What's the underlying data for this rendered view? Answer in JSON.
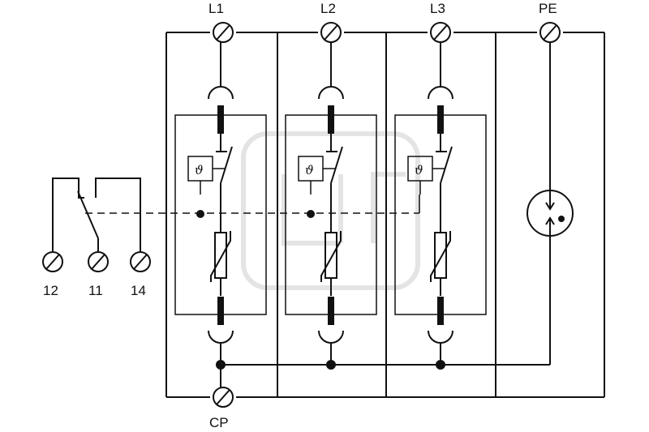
{
  "terminals": {
    "top": [
      "L1",
      "L2",
      "L3",
      "PE"
    ],
    "bottom": "CP",
    "aux": [
      "12",
      "11",
      "14"
    ]
  },
  "thermal_symbol": "ϑ",
  "icons": {
    "terminal": "screw-terminal-icon",
    "varistor": "varistor-icon",
    "thermal_disconnector": "thermal-disconnector-icon",
    "spark_gap": "spark-gap-icon",
    "aux_contact": "changeover-contact-icon"
  },
  "colors": {
    "line": "#111111",
    "background": "#ffffff"
  }
}
